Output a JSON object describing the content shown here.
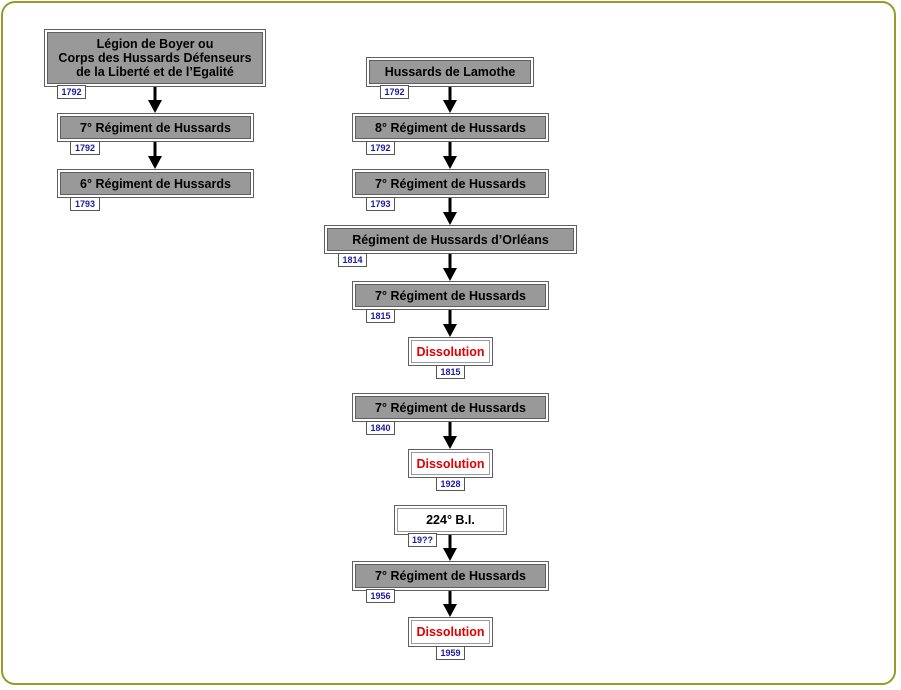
{
  "left_chain": {
    "node1": {
      "label": "Légion de Boyer ou Corps des Hussards Défenseurs de la Liberté et de l’Egalité",
      "lines": [
        "Légion de Boyer ou",
        "Corps des Hussards Défenseurs",
        "de la Liberté et de l’Egalité"
      ],
      "year": "1792"
    },
    "node2": {
      "label": "7° Régiment de Hussards",
      "year": "1792"
    },
    "node3": {
      "label": "6° Régiment de Hussards",
      "year": "1793"
    }
  },
  "right_chain": {
    "node1": {
      "label": "Hussards de Lamothe",
      "year": "1792"
    },
    "node2": {
      "label": "8° Régiment de Hussards",
      "year": "1792"
    },
    "node3": {
      "label": "7° Régiment de Hussards",
      "year": "1793"
    },
    "node4": {
      "label": "Régiment de Hussards d’Orléans",
      "year": "1814"
    },
    "node5": {
      "label": "7° Régiment de Hussards",
      "year": "1815"
    },
    "node6": {
      "label": "Dissolution",
      "year": "1815"
    },
    "node7": {
      "label": "7° Régiment de Hussards",
      "year": "1840"
    },
    "node8": {
      "label": "Dissolution",
      "year": "1928"
    },
    "node9": {
      "label": "224° B.I.",
      "year": "19??"
    },
    "node10": {
      "label": "7° Régiment de Hussards",
      "year": "1956"
    },
    "node11": {
      "label": "Dissolution",
      "year": "1959"
    }
  },
  "colors": {
    "box_fill": "#999999",
    "dissolution_text": "#e00000",
    "year_text": "#1a1aa0",
    "frame": "#9a9a2a"
  }
}
